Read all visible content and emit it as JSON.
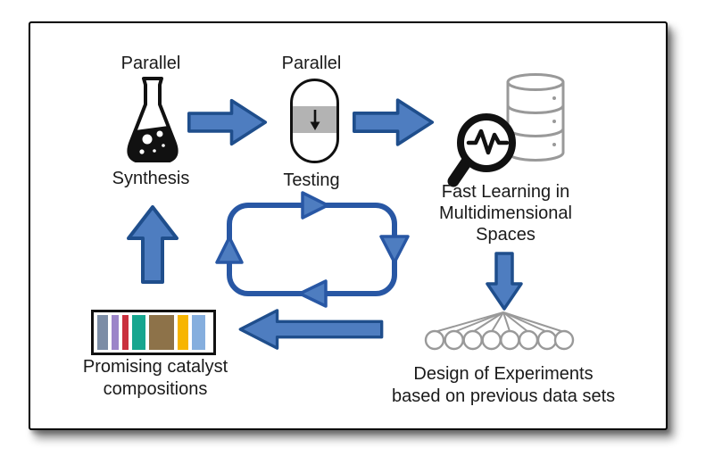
{
  "diagram_title": "catalyst discovery workflow loop",
  "workflow": {
    "synthesis": {
      "top_label": "Parallel",
      "bottom_label": "Synthesis",
      "icon": "flask-icon"
    },
    "testing": {
      "top_label": "Parallel",
      "bottom_label": "Testing",
      "icon": "test-capsule-icon"
    },
    "fast_learning": {
      "lines": [
        "Fast Learning in",
        "Multidimensional",
        "Spaces"
      ],
      "icon": "magnifier-database-icon"
    },
    "design_of_experiments": {
      "lines": [
        "Design of Experiments",
        "based on previous data sets"
      ],
      "icon": "fanout-nodes-icon",
      "node_count": 8
    },
    "promising_compositions": {
      "lines": [
        "Promising catalyst",
        "compositions"
      ],
      "icon": "catalyst-bars-icon",
      "bars": [
        {
          "color": "#7C8DA6",
          "width": 12
        },
        {
          "color": "#9C85C9",
          "width": 8
        },
        {
          "color": "#C9303E",
          "width": 7
        },
        {
          "color": "#17A68F",
          "width": 15
        },
        {
          "color": "#8D7249",
          "width": 28
        },
        {
          "color": "#F7B500",
          "width": 12
        },
        {
          "color": "#85AEDE",
          "width": 15
        }
      ]
    }
  },
  "colors": {
    "arrow_fill": "#4E7DC0",
    "arrow_stroke": "#1F4E8C",
    "cycle_stroke": "#2857A4",
    "icon_gray": "#999999",
    "band_gray": "#B3B3B3",
    "icon_black": "#111111"
  }
}
